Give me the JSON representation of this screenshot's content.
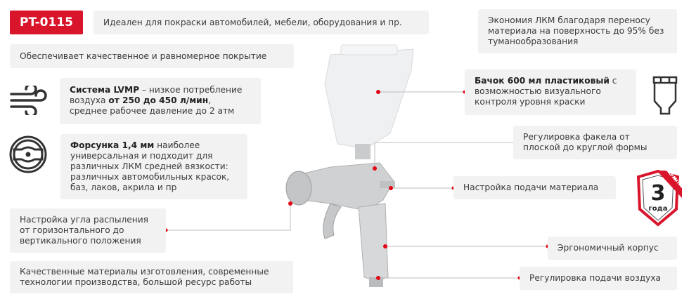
{
  "model_badge": "PT-0115",
  "accent_color": "#d9152b",
  "features_left": {
    "purpose": "Идеален для покраски автомобилей, мебели, оборудования и пр.",
    "coverage": "Обеспечивает качественное и равномерное покрытие",
    "lvmp": {
      "bold1": "Система LVMP",
      "text1": " – низкое потребление воздуха ",
      "bold2": "от 250 до 450 л/мин",
      "text2": ", среднее рабочее давление до 2 атм",
      "icon": "wind-icon"
    },
    "nozzle": {
      "bold": "Форсунка 1,4 мм",
      "text": " наиболее универсальная и подходит для различных ЛКМ средней вязкости: различных автомобильных красок, баз, лаков, акрила и пр",
      "icon": "nozzle-icon"
    },
    "spray_angle": "Настройка угла распыления от горизонтального до вертикального положения",
    "materials": "Качественные материалы изготовления, современные технологии производства, большой ресурс работы"
  },
  "features_right": {
    "economy": "Экономия ЛКМ благодаря переносу материала на поверхность до 95% без туманообразования",
    "tank": {
      "bold": "Бачок 600 мл пластиковый",
      "text": " с возможностью визуального контроля уровня краски",
      "icon": "paint-cup-icon"
    },
    "fan": "Регулировка факела от плоской до круглой формы",
    "material_feed": "Настройка подачи материала",
    "ergonomic": "Эргономичный корпус",
    "air_feed": "Регулировка подачи воздуха"
  },
  "warranty": {
    "ribbon": "ГАРАНТИЯ",
    "number": "3",
    "unit": "года"
  }
}
